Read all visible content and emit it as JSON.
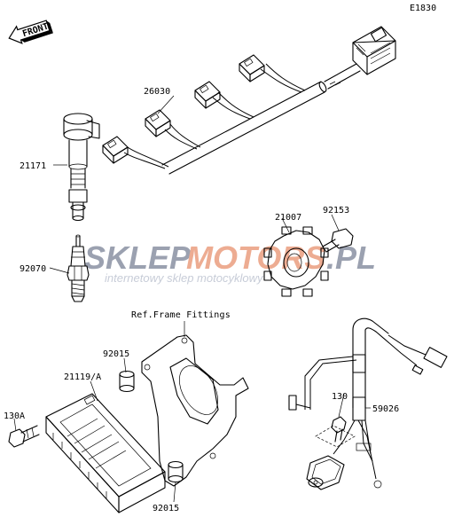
{
  "diagram_id": "E1830",
  "front_label": "FRONT",
  "ref_note": "Ref.Frame Fittings",
  "watermark": {
    "brand_left": "SKLEP",
    "brand_right": "MOTORS",
    "brand_tld": ".PL",
    "tagline": "internetowy sklep motocyklowy",
    "colors": {
      "dark": "#4a5570",
      "accent": "#e06a3a"
    }
  },
  "parts": [
    {
      "number": "26030"
    },
    {
      "number": "21171"
    },
    {
      "number": "92070"
    },
    {
      "number": "21007"
    },
    {
      "number": "92153"
    },
    {
      "number": "92015",
      "instance": "upper"
    },
    {
      "number": "21119/A"
    },
    {
      "number": "130A"
    },
    {
      "number": "92015",
      "instance": "lower"
    },
    {
      "number": "130"
    },
    {
      "number": "59026"
    }
  ]
}
